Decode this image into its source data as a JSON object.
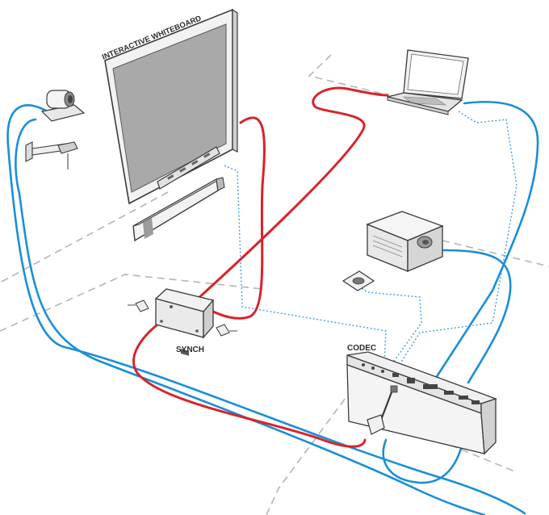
{
  "labels": {
    "whiteboard": "INTERACTIVE WHITEBOARD",
    "synch": "SYNCH",
    "codec": "CODEC"
  },
  "colors": {
    "red_cable": "#d9232a",
    "blue_cable": "#1a8fd8",
    "dotted_cable": "#3ea0e0",
    "floor_dash": "#b5b5b5",
    "outline": "#3a3a3a",
    "device_fill": "#f2f2f2",
    "screen_fill": "#a9a9a9"
  },
  "devices": [
    {
      "name": "interactive-whiteboard",
      "icon": "whiteboard-icon"
    },
    {
      "name": "sound-bar",
      "icon": "speaker-icon"
    },
    {
      "name": "ptz-camera",
      "icon": "camera-icon"
    },
    {
      "name": "camera-wall-mount",
      "icon": "mount-bracket-icon"
    },
    {
      "name": "laptop",
      "icon": "laptop-icon"
    },
    {
      "name": "projector",
      "icon": "projector-icon"
    },
    {
      "name": "microphone",
      "icon": "microphone-icon"
    },
    {
      "name": "synch-box",
      "icon": "synch-box-icon"
    },
    {
      "name": "codec",
      "icon": "codec-icon"
    },
    {
      "name": "vga-adapter",
      "icon": "vga-connector-icon"
    }
  ],
  "connections": [
    {
      "from": "whiteboard",
      "to": "synch",
      "type": "red"
    },
    {
      "from": "synch",
      "to": "laptop",
      "type": "red"
    },
    {
      "from": "synch",
      "to": "codec",
      "type": "red"
    },
    {
      "from": "camera",
      "to": "codec",
      "type": "blue"
    },
    {
      "from": "laptop",
      "to": "codec",
      "type": "blue"
    },
    {
      "from": "projector",
      "to": "codec",
      "type": "blue"
    },
    {
      "from": "whiteboard",
      "to": "codec",
      "type": "dotted"
    },
    {
      "from": "microphone",
      "to": "codec",
      "type": "dotted"
    },
    {
      "from": "laptop",
      "to": "codec",
      "type": "dotted"
    }
  ]
}
